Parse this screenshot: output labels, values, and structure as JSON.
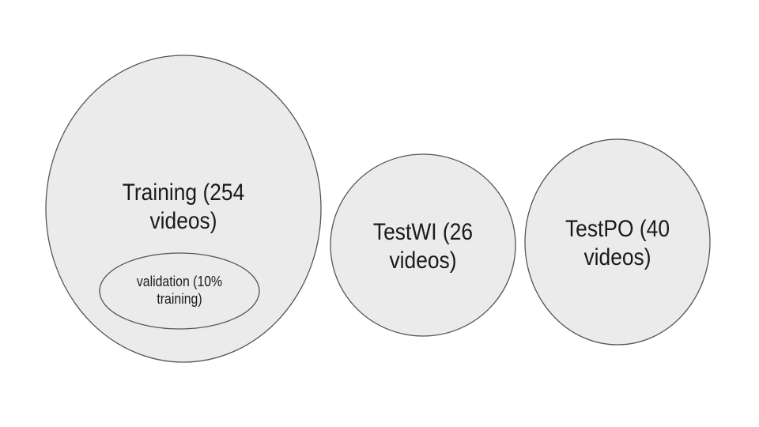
{
  "diagram": {
    "fill_color": "#ebebeb",
    "stroke_color": "#555555",
    "sets": [
      {
        "name": "training",
        "label_line1": "Training (254",
        "label_line2": "videos)"
      },
      {
        "name": "validation",
        "label_line1": "validation (10%",
        "label_line2": "training)"
      },
      {
        "name": "testwi",
        "label_line1": "TestWI (26",
        "label_line2": "videos)"
      },
      {
        "name": "testpo",
        "label_line1": "TestPO (40",
        "label_line2": "videos)"
      }
    ]
  }
}
